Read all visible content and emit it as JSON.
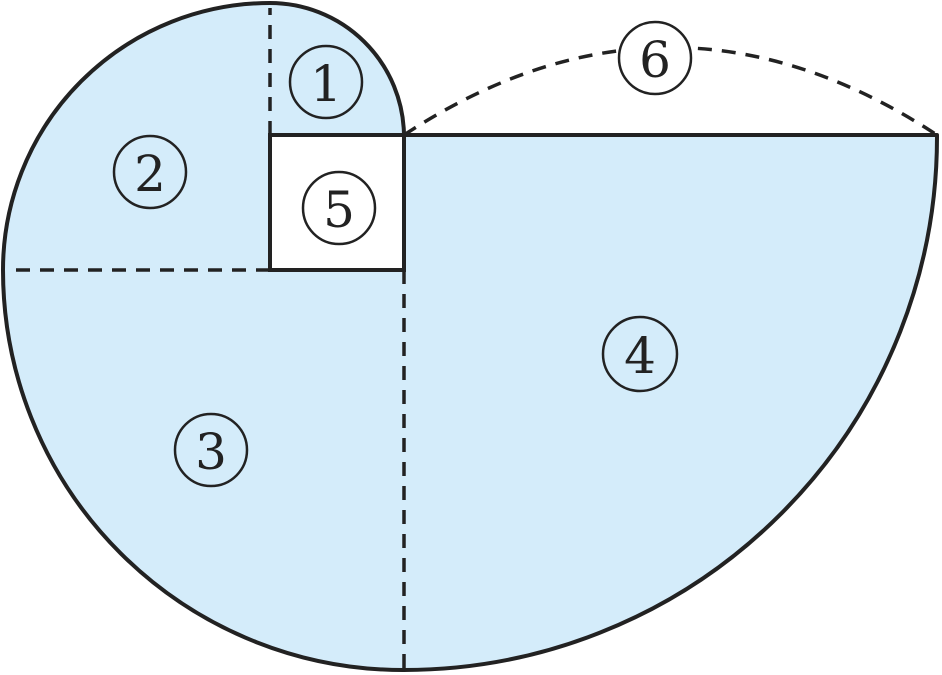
{
  "labels": {
    "r1": "1",
    "r2": "2",
    "r3": "3",
    "r4": "4",
    "r5": "5",
    "r6": "6"
  },
  "colors": {
    "fill": "#d4ecfa",
    "stroke": "#222222"
  }
}
